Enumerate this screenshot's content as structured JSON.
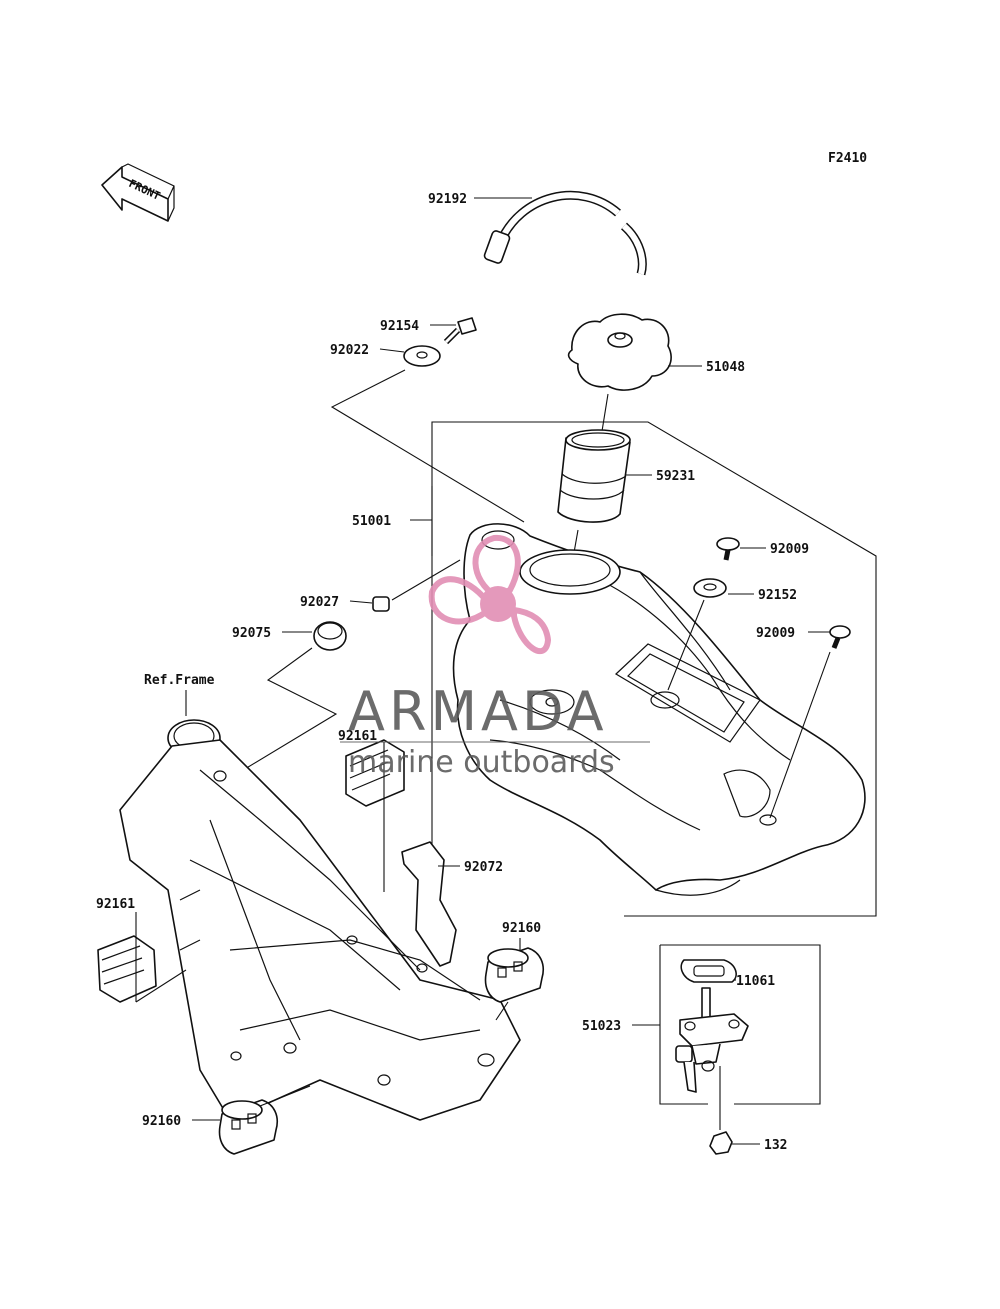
{
  "figure_code": "F2410",
  "front_marker": "FRONT",
  "ref_frame_label": "Ref.Frame",
  "parts": {
    "p92192": "92192",
    "p92154": "92154",
    "p92022": "92022",
    "p51048": "51048",
    "p59231": "59231",
    "p51001": "51001",
    "p92009a": "92009",
    "p92152": "92152",
    "p92009b": "92009",
    "p92027": "92027",
    "p92075": "92075",
    "p92161a": "92161",
    "p92072": "92072",
    "p92161b": "92161",
    "p92160a": "92160",
    "p11061": "11061",
    "p51023": "51023",
    "p92160b": "92160",
    "p132": "132"
  },
  "watermark": {
    "brand": "ARMADA",
    "tagline": "marine outboards",
    "logo_color": "#e28fb4",
    "text_color": "#5b5b5b"
  }
}
